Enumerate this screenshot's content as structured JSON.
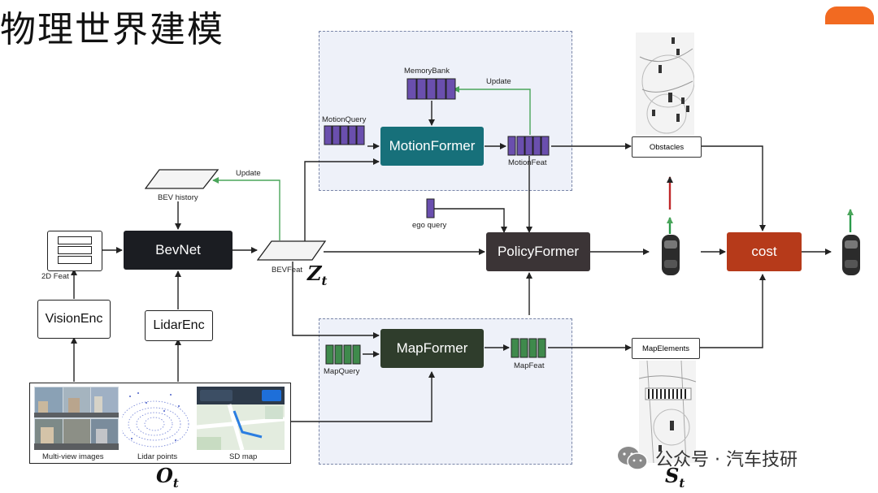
{
  "title": "物理世界建模",
  "nodes": {
    "memory_bank": "MemoryBank",
    "update_top": "Update",
    "motion_query": "MotionQuery",
    "motion_former": "MotionFormer",
    "motion_feat": "MotionFeat",
    "obstacles": "Obstacles",
    "update_left": "Update",
    "bev_history": "BEV history",
    "ego_query": "ego query",
    "feat_2d": "2D Feat",
    "bevnet": "BevNet",
    "bev_feat": "BEVFeat",
    "z_t": "Z",
    "z_t_sub": "t",
    "policy_former": "PolicyFormer",
    "cost": "cost",
    "vision_enc": "VisionEnc",
    "lidar_enc": "LidarEnc",
    "map_query": "MapQuery",
    "map_former": "MapFormer",
    "map_feat": "MapFeat",
    "map_elements": "MapElements",
    "multi_view": "Multi-view images",
    "lidar_points": "Lidar points",
    "sd_map": "SD map",
    "o_t": "O",
    "o_t_sub": "t",
    "s_t": "S",
    "s_t_sub": "t"
  },
  "watermark": "公众号 · 汽车技研",
  "colors": {
    "motion_former": "#17707a",
    "bevnet": "#1b1d22",
    "policy_former": "#3b3436",
    "cost": "#b63a1a",
    "map_former": "#2f3d2c",
    "query_purple": "#6a4fae",
    "query_green": "#3f8a4c",
    "update_arrow": "#4aa55a",
    "panel_bg": "#eef1f9",
    "accent_orange": "#f26a21"
  }
}
